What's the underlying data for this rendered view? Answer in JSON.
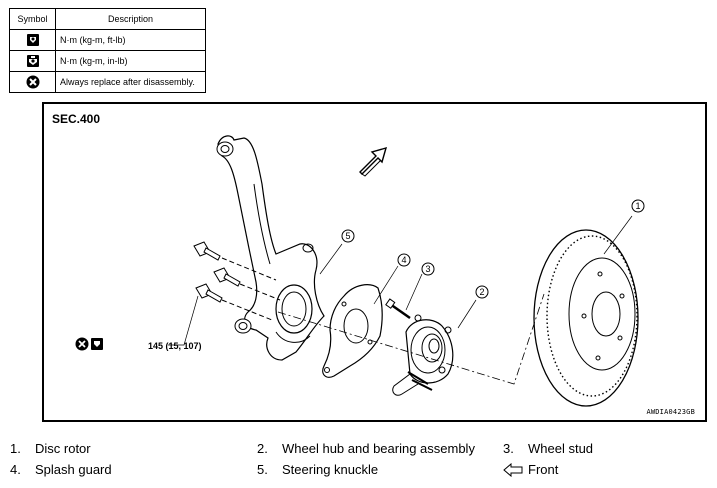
{
  "legend": {
    "headers": {
      "symbol": "Symbol",
      "description": "Description"
    },
    "rows": [
      {
        "icon": "torque-ft-lb-icon",
        "description": "N·m (kg-m, ft-lb)"
      },
      {
        "icon": "torque-in-lb-icon",
        "description": "N·m (kg-m, in-lb)"
      },
      {
        "icon": "always-replace-icon",
        "description": "Always replace after disassembly."
      }
    ]
  },
  "diagram": {
    "section": "SEC.400",
    "code": "AWDIA0423GB",
    "torque_label": "145 (15, 107)",
    "callouts": [
      "1",
      "2",
      "3",
      "4",
      "5"
    ]
  },
  "parts": [
    {
      "num": "1.",
      "name": "Disc rotor"
    },
    {
      "num": "2.",
      "name": "Wheel hub and bearing assembly"
    },
    {
      "num": "3.",
      "name": "Wheel stud"
    },
    {
      "num": "4.",
      "name": "Splash guard"
    },
    {
      "num": "5.",
      "name": "Steering knuckle"
    },
    {
      "num": "",
      "name": "Front",
      "icon": "front-arrow-icon"
    }
  ]
}
